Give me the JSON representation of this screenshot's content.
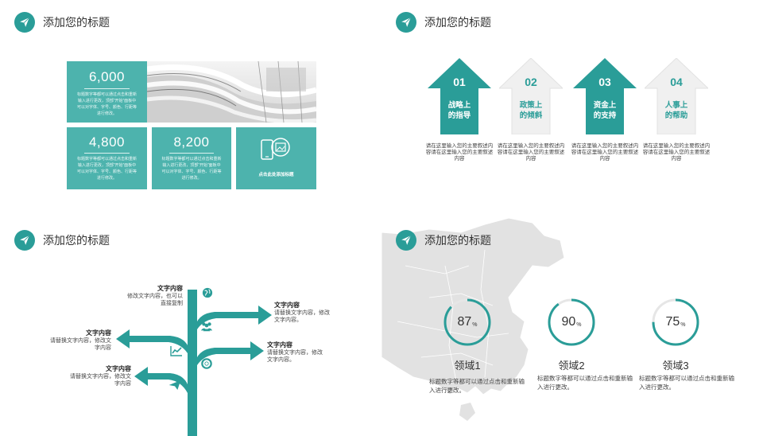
{
  "colors": {
    "accent": "#2a9d98",
    "tile": "#4db3ad",
    "arrow_light": "#efefef",
    "map": "#e3e3e3"
  },
  "sections": [
    {
      "title": "添加您的标题"
    },
    {
      "title": "添加您的标题"
    },
    {
      "title": "添加您的标题"
    },
    {
      "title": "添加您的标题"
    }
  ],
  "tiles": [
    {
      "number": "6,000",
      "desc": "标题数字等都可以通过点击和重新输入进行更改，顶部“开始”面板中可以对字体、字号、颜色、行距等进行修改。"
    },
    {
      "number": "4,800",
      "desc": "标题数字等都可以通过点击和重新输入进行更改，顶部“开始”面板中可以对字体、字号、颜色、行距等进行修改。"
    },
    {
      "number": "8,200",
      "desc": "标题数字等都可以通过点击和重新输入进行更改，顶部“开始”面板中可以对字体、字号、颜色、行距等进行修改。"
    }
  ],
  "image_tile_caption": "点击此处添加标题",
  "arrows": [
    {
      "num": "01",
      "line1": "战略上",
      "line2": "的指导",
      "desc": "请在这里输入您的主要叙述内容请在这里输入您的主要叙述内容"
    },
    {
      "num": "02",
      "line1": "政策上",
      "line2": "的倾斜",
      "desc": "请在这里输入您的主要叙述内容请在这里输入您的主要叙述内容"
    },
    {
      "num": "03",
      "line1": "资金上",
      "line2": "的支持",
      "desc": "请在这里输入您的主要叙述内容请在这里输入您的主要叙述内容"
    },
    {
      "num": "04",
      "line1": "人事上",
      "line2": "的帮助",
      "desc": "请在这里输入您的主要叙述内容请在这里输入您的主要叙述内容"
    }
  ],
  "signpost": {
    "top": {
      "head": "文字内容",
      "body": "修改文字内容，也可以直接复制"
    },
    "right1": {
      "head": "文字内容",
      "body": "请替换文字内容，修改文字内容。"
    },
    "right2": {
      "head": "文字内容",
      "body": "请替换文字内容，修改文字内容。"
    },
    "left1": {
      "head": "文字内容",
      "body": "请替换文字内容，修改文字内容"
    },
    "left2": {
      "head": "文字内容",
      "body": "请替换文字内容，修改文字内容"
    },
    "icons": [
      "globe-icon",
      "people-icon",
      "chart-icon",
      "lifebuoy-icon",
      "paper-plane-icon"
    ]
  },
  "areas": [
    {
      "percent": 87,
      "value_text": "87",
      "unit": "%",
      "name": "领域1",
      "desc": "标题数字等都可以通过点击和重新输入进行更改。"
    },
    {
      "percent": 90,
      "value_text": "90",
      "unit": "%",
      "name": "领域2",
      "desc": "标题数字等都可以通过点击和重新输入进行更改。"
    },
    {
      "percent": 75,
      "value_text": "75",
      "unit": "%",
      "name": "领域3",
      "desc": "标题数字等都可以通过点击和重新输入进行更改。"
    }
  ]
}
